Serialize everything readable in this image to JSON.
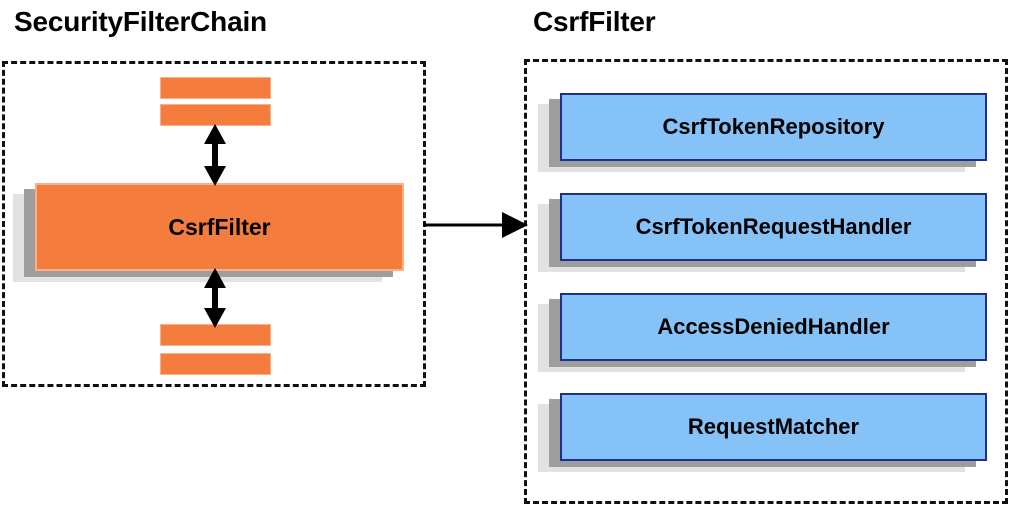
{
  "panels": {
    "left": {
      "title": "SecurityFilterChain",
      "highlighted_filter": "CsrfFilter",
      "neighbor_filters_above": [
        "",
        ""
      ],
      "neighbor_filters_below": [
        "",
        ""
      ]
    },
    "right": {
      "title": "CsrfFilter",
      "components": [
        {
          "label": "CsrfTokenRepository"
        },
        {
          "label": "CsrfTokenRequestHandler"
        },
        {
          "label": "AccessDeniedHandler"
        },
        {
          "label": "RequestMatcher"
        }
      ]
    }
  },
  "connectors": {
    "chain_to_filter": {
      "name": "zoom-in-arrow",
      "direction": "right"
    },
    "above_link": {
      "name": "filter-chain-link-above",
      "direction": "both"
    },
    "below_link": {
      "name": "filter-chain-link-below",
      "direction": "both"
    }
  },
  "colors": {
    "orange_fill": "#f47d3e",
    "orange_border": "#f9b08a",
    "blue_fill": "#85c2f8",
    "blue_border": "#1f2f8f",
    "shadow_dark": "#9e9e9e",
    "shadow_light": "#e2e2e2",
    "outline_dashed": "#111111",
    "text": "#000000",
    "background": "#ffffff"
  }
}
